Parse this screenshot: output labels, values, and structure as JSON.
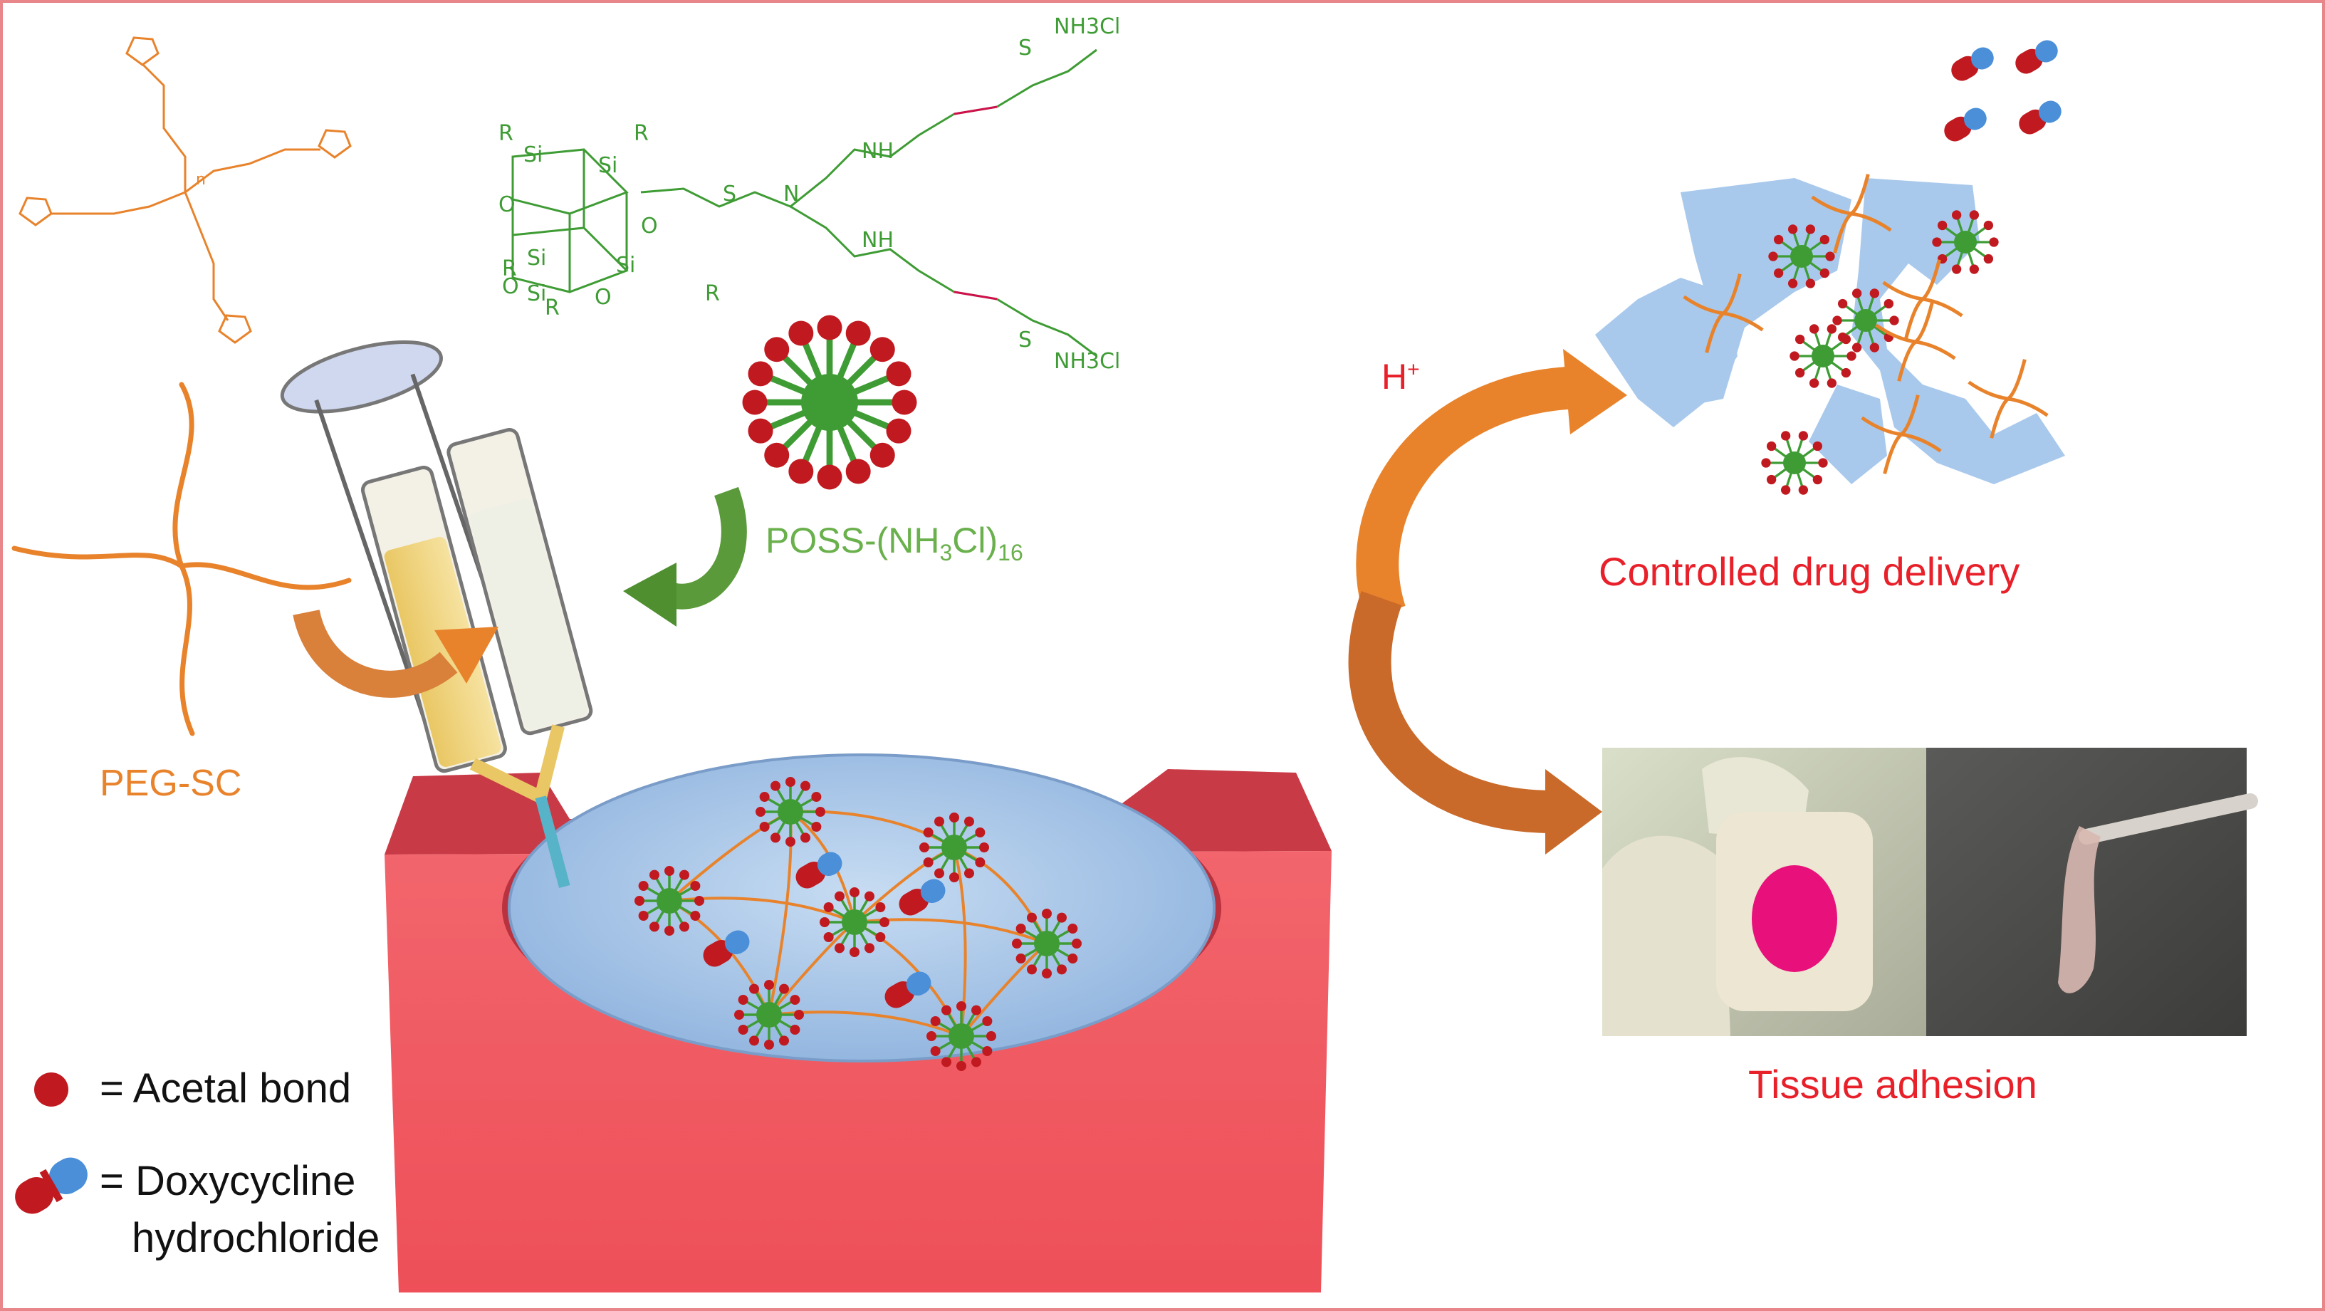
{
  "labels": {
    "peg": "PEG-SC",
    "poss_prefix": "POSS-(NH",
    "poss_sub3": "3",
    "poss_cl": "Cl)",
    "poss_sub16": "16",
    "h_plus": "H",
    "h_plus_sup": "+",
    "controlled": "Controlled drug delivery",
    "tissue": "Tissue adhesion"
  },
  "legend": {
    "acetal": "= Acetal bond",
    "doxy_line1": "= Doxycycline",
    "doxy_line2": "hydrochloride"
  },
  "chem": {
    "si": "Si",
    "o": "O",
    "r": "R",
    "s": "S",
    "n": "N",
    "nh": "NH",
    "nh3cl": "NH3Cl",
    "n_sub": "n"
  },
  "colors": {
    "orange": "#e8832c",
    "green": "#3f9c35",
    "poss_label": "#6ab04c",
    "red": "#e8202a",
    "chem_red": "#d0104c",
    "tissue_red": "#f0505a",
    "gel_blue": "#a9c9ec",
    "drug_blue": "#4a8fd8",
    "drug_red": "#c01a20"
  }
}
